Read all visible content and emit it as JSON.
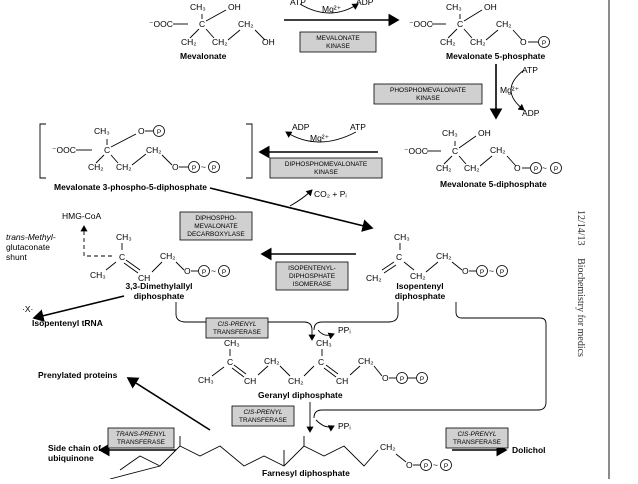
{
  "slide": {
    "date": "12/14/13",
    "footer": "Biochemistry for medics"
  },
  "compounds": {
    "mevalonate": "Mevalonate",
    "mev5p": "Mevalonate 5-phosphate",
    "mev5pp": "Mevalonate 5-diphosphate",
    "mev3p5pp": "Mevalonate 3-phospho-5-diphosphate",
    "ipp_line1": "Isopentenyl",
    "ipp_line2": "diphosphate",
    "dmapp_line1": "3,3-Dimethylallyl",
    "dmapp_line2": "diphosphate",
    "gpp": "Geranyl diphosphate",
    "fpp": "Farnesyl diphosphate",
    "hmgcoa": "HMG-CoA",
    "shunt_line1": "trans-Methyl-",
    "shunt_line2": "glutaconate",
    "shunt_line3": "shunt",
    "trna": "Isopentenyl tRNA",
    "prenylated": "Prenylated proteins",
    "ubiq_line1": "Side chain of",
    "ubiq_line2": "ubiquinone",
    "dolichol": "Dolichol"
  },
  "enzymes": {
    "mvk": [
      "MEVALONATE",
      "KINASE"
    ],
    "pmk": [
      "PHOSPHOMEVALONATE",
      "KINASE"
    ],
    "dpmk": [
      "DIPHOSPHOMEVALONATE",
      "KINASE"
    ],
    "dpmd": [
      "DIPHOSPHO-",
      "MEVALONATE",
      "DECARBOXYLASE"
    ],
    "ipi": [
      "ISOPENTENYL-",
      "DIPHOSPHATE",
      "ISOMERASE"
    ],
    "cis1": [
      "CIS-PRENYL",
      "TRANSFERASE"
    ],
    "cis2": [
      "CIS-PRENYL",
      "TRANSFERASE"
    ],
    "trans": [
      "TRANS-PRENYL",
      "TRANSFERASE"
    ],
    "cis3": [
      "CIS-PRENYL",
      "TRANSFERASE"
    ]
  },
  "cofactors": {
    "atp": "ATP",
    "adp": "ADP",
    "mg": "Mg²⁺",
    "co2pi": "CO₂ + Pᵢ",
    "ppi": "PPᵢ",
    "phosphate": "P"
  },
  "chem": {
    "ch3": "CH₃",
    "ch2": "CH₂",
    "ch": "CH",
    "oh": "OH",
    "o": "O",
    "c": "C",
    "ooc": "⁻OOC",
    "dash": "–",
    "tilde": "~"
  }
}
